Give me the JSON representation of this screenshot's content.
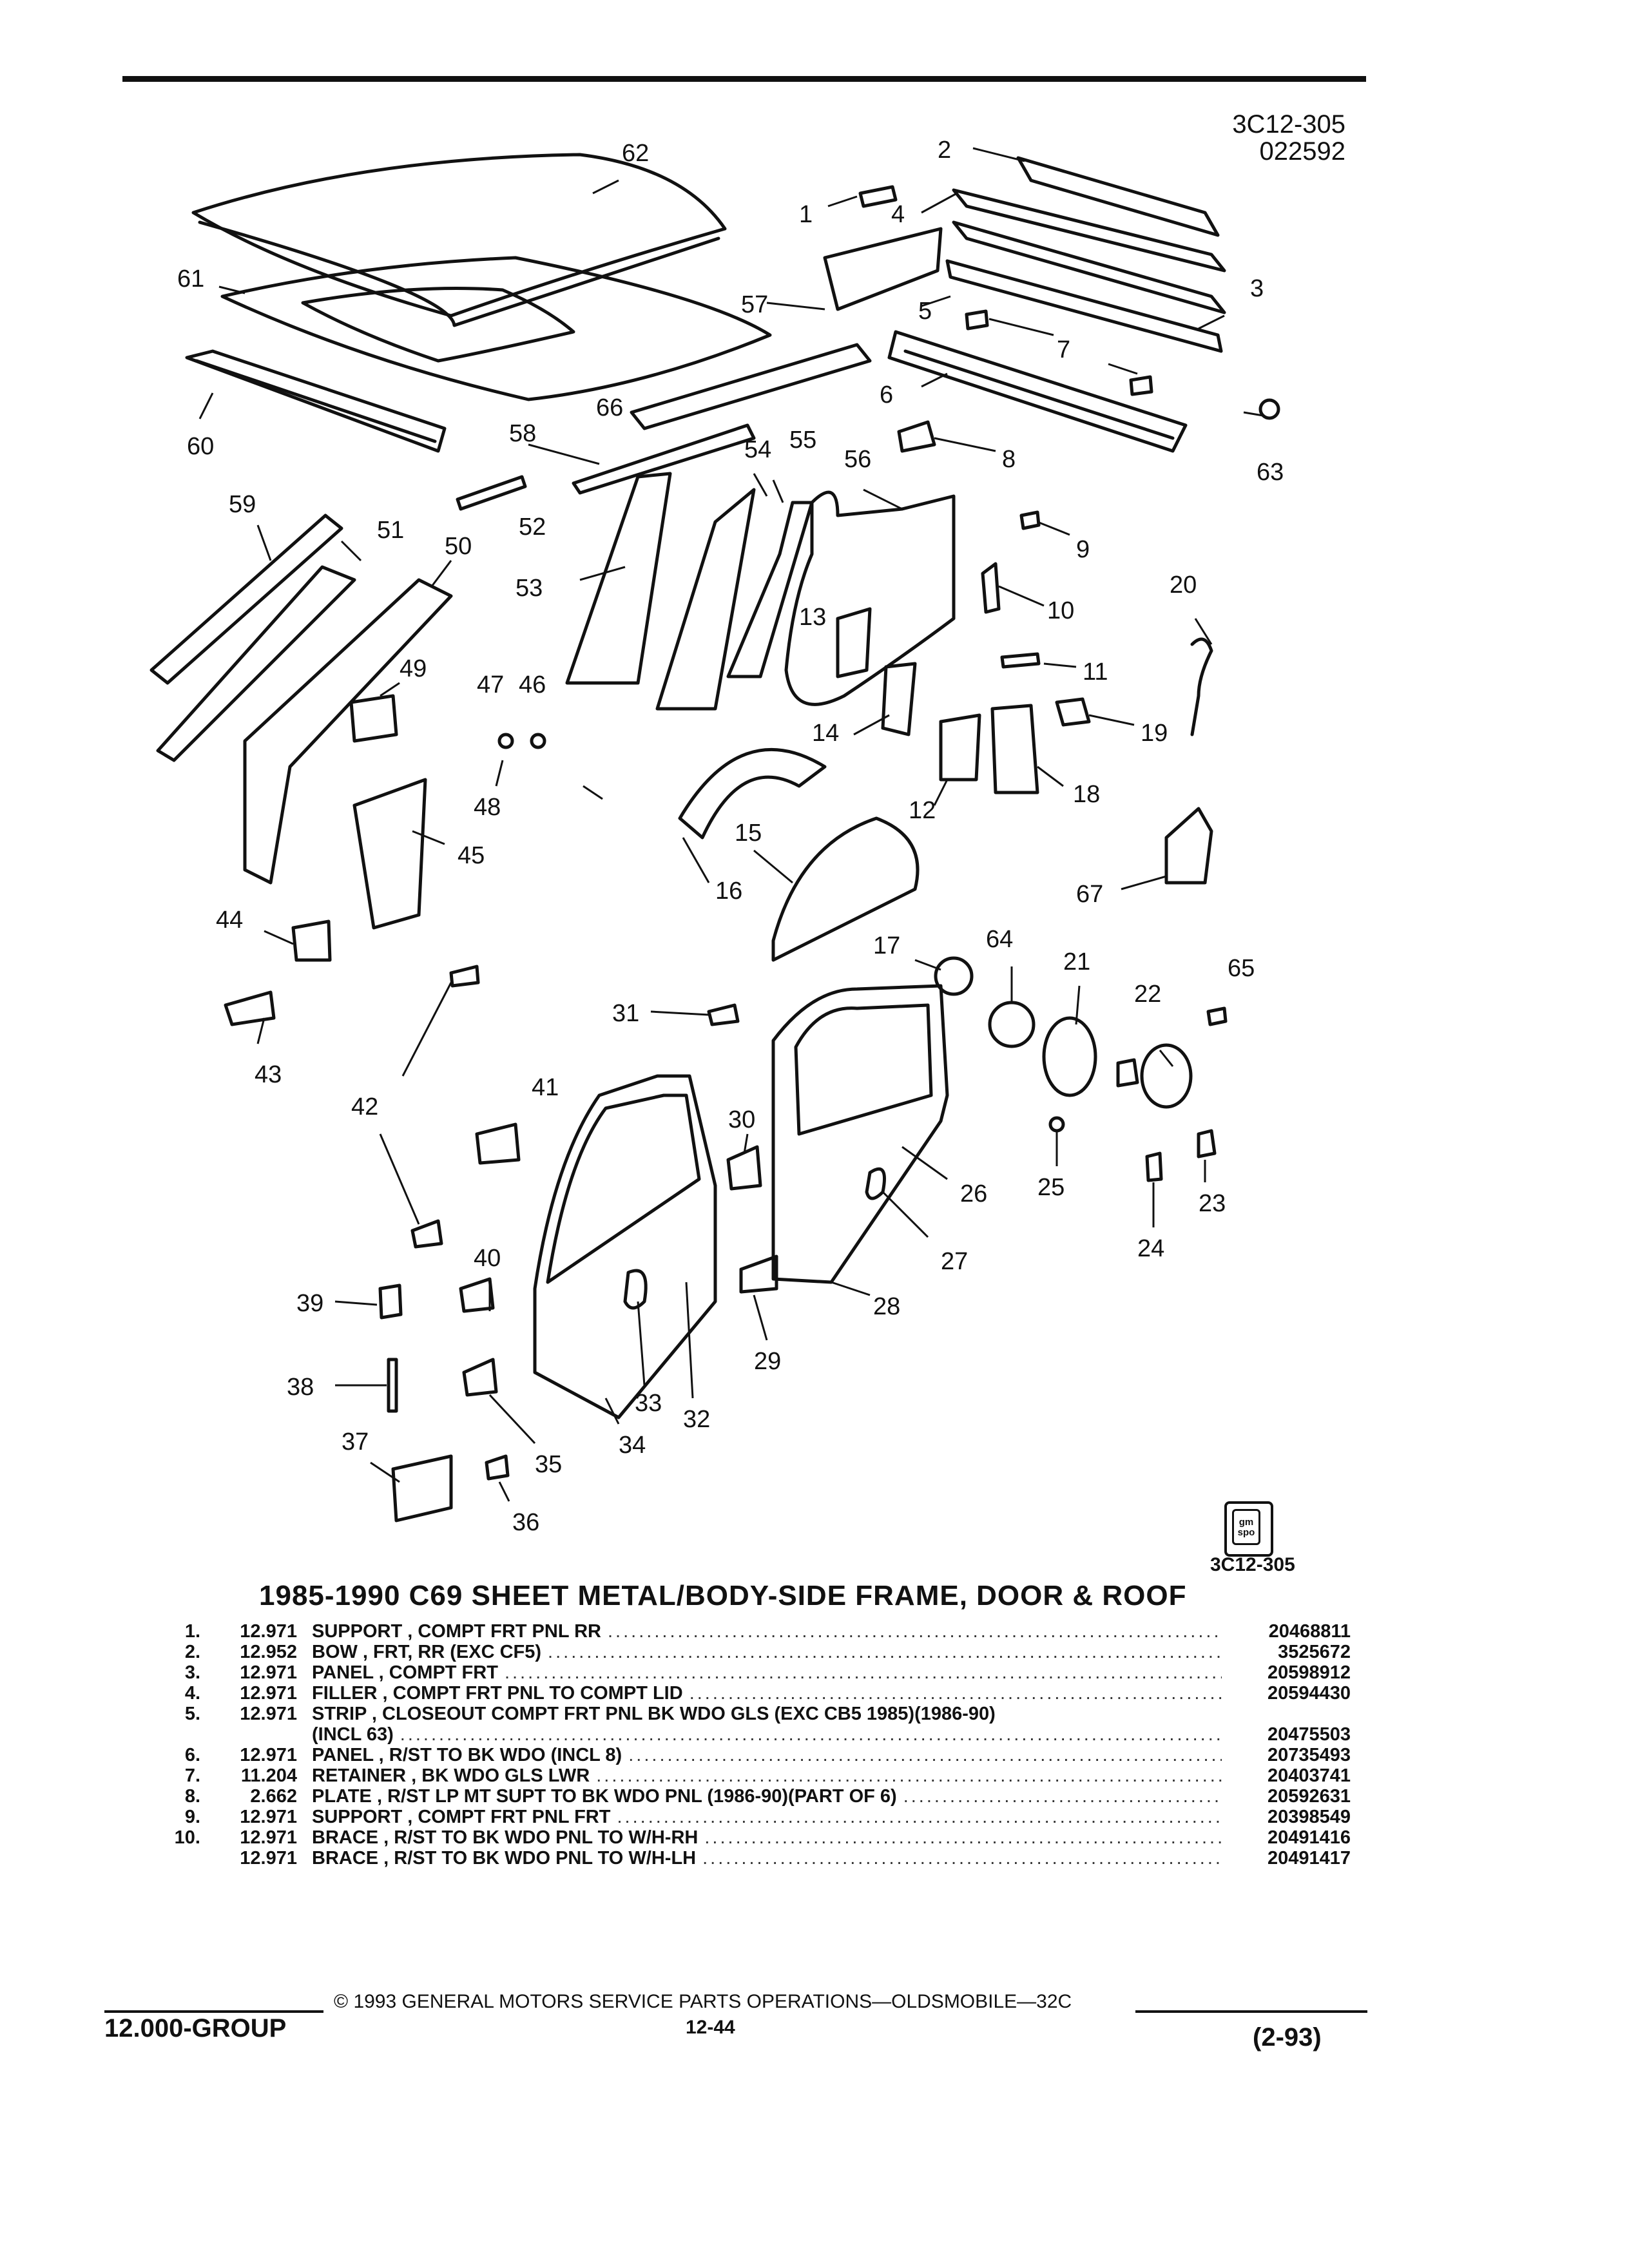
{
  "header": {
    "ref_code": "3C12-305",
    "ref_date": "022592"
  },
  "diagram": {
    "callouts": [
      "1",
      "2",
      "3",
      "4",
      "5",
      "6",
      "7",
      "8",
      "9",
      "10",
      "11",
      "12",
      "13",
      "14",
      "15",
      "16",
      "17",
      "18",
      "19",
      "20",
      "21",
      "22",
      "23",
      "24",
      "25",
      "26",
      "27",
      "28",
      "29",
      "30",
      "31",
      "32",
      "33",
      "34",
      "35",
      "36",
      "37",
      "38",
      "39",
      "40",
      "41",
      "42",
      "43",
      "44",
      "45",
      "46",
      "47",
      "48",
      "49",
      "50",
      "51",
      "52",
      "53",
      "54",
      "55",
      "56",
      "57",
      "58",
      "59",
      "60",
      "61",
      "62",
      "63",
      "64",
      "65",
      "66",
      "67"
    ],
    "figure_ref": "3C12-305",
    "logo_text": "gm spo"
  },
  "title": "1985-1990 C69 SHEET METAL/BODY-SIDE FRAME, DOOR & ROOF",
  "parts": [
    {
      "item": "1.",
      "qty": "12.971",
      "desc": "SUPPORT , COMPT FRT PNL RR",
      "part": "20468811"
    },
    {
      "item": "2.",
      "qty": "12.952",
      "desc": "BOW , FRT, RR (EXC CF5)",
      "part": "3525672"
    },
    {
      "item": "3.",
      "qty": "12.971",
      "desc": "PANEL , COMPT FRT",
      "part": "20598912"
    },
    {
      "item": "4.",
      "qty": "12.971",
      "desc": "FILLER , COMPT FRT PNL TO COMPT LID",
      "part": "20594430"
    },
    {
      "item": "5.",
      "qty": "12.971",
      "desc": "STRIP , CLOSEOUT COMPT FRT PNL BK WDO GLS (EXC CB5 1985)(1986-90)",
      "desc2": "(INCL 63)",
      "part": "20475503"
    },
    {
      "item": "6.",
      "qty": "12.971",
      "desc": "PANEL , R/ST TO BK WDO (INCL 8)",
      "part": "20735493"
    },
    {
      "item": "7.",
      "qty": "11.204",
      "desc": "RETAINER , BK WDO GLS LWR",
      "part": "20403741"
    },
    {
      "item": "8.",
      "qty": "2.662",
      "desc": "PLATE , R/ST LP MT SUPT TO BK WDO PNL (1986-90)(PART OF 6)",
      "part": "20592631"
    },
    {
      "item": "9.",
      "qty": "12.971",
      "desc": "SUPPORT , COMPT FRT PNL FRT",
      "part": "20398549"
    },
    {
      "item": "10.",
      "qty": "12.971",
      "desc": "BRACE , R/ST TO BK WDO PNL TO W/H-RH",
      "part": "20491416"
    },
    {
      "item": "",
      "qty": "12.971",
      "desc": "BRACE , R/ST TO BK WDO PNL TO W/H-LH",
      "part": "20491417"
    }
  ],
  "footer": {
    "group": "12.000-GROUP",
    "copyright": "© 1993 GENERAL MOTORS SERVICE PARTS OPERATIONS—OLDSMOBILE—32C",
    "page": "12-44",
    "date": "(2-93)"
  }
}
